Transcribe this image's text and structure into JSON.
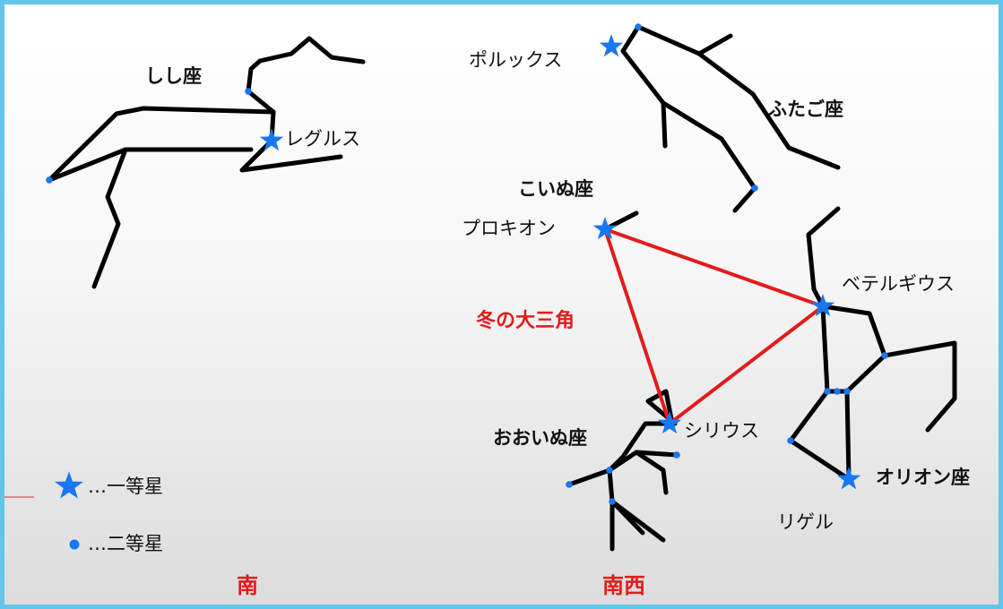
{
  "colors": {
    "frame": "#62c5ea",
    "line": "#000000",
    "triangle": "#e31b1b",
    "star": "#1877f2",
    "label": "#111111"
  },
  "constellations": {
    "leo": "しし座",
    "gemini": "ふたご座",
    "canis_minor": "こいぬ座",
    "canis_major": "おおいぬ座",
    "orion": "オリオン座"
  },
  "stars": {
    "regulus": "レグルス",
    "pollux": "ポルックス",
    "procyon": "プロキオン",
    "betelgeuse": "ベテルギウス",
    "sirius": "シリウス",
    "rigel": "リゲル"
  },
  "winter_triangle": "冬の大三角",
  "legend": {
    "first_magnitude": "…一等星",
    "second_magnitude": "…二等星"
  },
  "directions": {
    "south": "南",
    "southwest": "南西"
  }
}
